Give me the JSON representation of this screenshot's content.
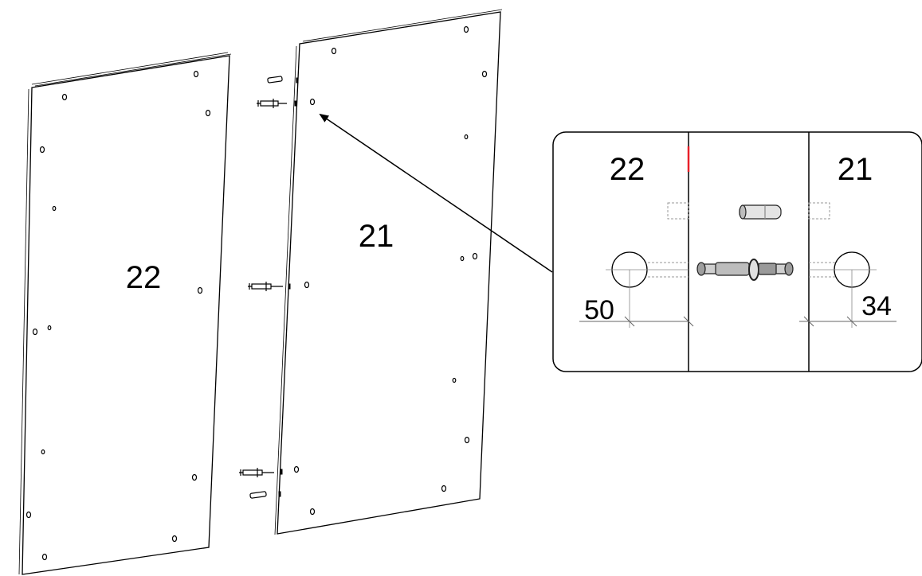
{
  "panels": {
    "left_label": "22",
    "right_label": "21"
  },
  "detail": {
    "left_label": "22",
    "right_label": "21",
    "left_dimension": "50",
    "right_dimension": "34",
    "marker_color": "#e8202a"
  }
}
